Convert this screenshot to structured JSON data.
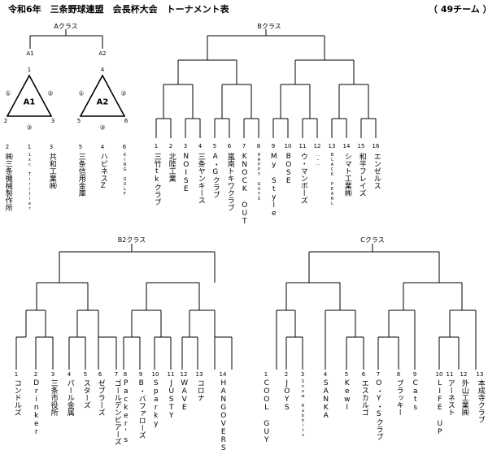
{
  "header": {
    "title": "令和6年　三条野球連盟　会長杯大会　トーナメント表",
    "count": "（ 49チーム ）"
  },
  "a_class": {
    "title": "Aクラス",
    "label_left": "A1",
    "label_right": "A2",
    "leagues": [
      {
        "name": "A1",
        "top": "1",
        "left": "2",
        "right": "3",
        "side_l": "①",
        "side_r": "②",
        "bottom": "③",
        "teams": [
          {
            "n": "2",
            "name": "㈱三条機械製作所"
          },
          {
            "n": "1",
            "name": "1xc Tiritier",
            "small": true
          },
          {
            "n": "3",
            "name": "共和工業㈱"
          }
        ]
      },
      {
        "name": "A2",
        "top": "4",
        "left": "5",
        "right": "6",
        "side_l": "①",
        "side_r": "②",
        "bottom": "③",
        "teams": [
          {
            "n": "5",
            "name": "三条信用金庫"
          },
          {
            "n": "4",
            "name": "ハピネスZ"
          },
          {
            "n": "6",
            "name": "KING GULF",
            "small": true
          }
        ]
      }
    ]
  },
  "b_class": {
    "title": "Bクラス",
    "teams": [
      {
        "n": "1",
        "name": "三竹tkクラブ"
      },
      {
        "n": "2",
        "name": "北陸工業"
      },
      {
        "n": "3",
        "name": "NOISE"
      },
      {
        "n": "4",
        "name": "三条ヤンキース"
      },
      {
        "n": "5",
        "name": "A・Gクラブ"
      },
      {
        "n": "6",
        "name": "嵐南トキワクラブ"
      },
      {
        "n": "7",
        "name": "KNOCK OUT"
      },
      {
        "n": "8",
        "name": "HAPPY GUYS",
        "small": true
      },
      {
        "n": "9",
        "name": "My Style"
      },
      {
        "n": "10",
        "name": "BOSE"
      },
      {
        "n": "11",
        "name": "ウ・マンボーズ"
      },
      {
        "n": "12",
        "name": "…・…",
        "small": true
      },
      {
        "n": "13",
        "name": "BLACK PEARL",
        "small": true
      },
      {
        "n": "14",
        "name": "シマト工業㈱"
      },
      {
        "n": "15",
        "name": "和平フレイズ"
      },
      {
        "n": "16",
        "name": "エンゼルス"
      }
    ]
  },
  "b2_class": {
    "title": "B2クラス",
    "teams": [
      {
        "n": "1",
        "name": "コンドルズ"
      },
      {
        "n": "2",
        "name": "Drinker"
      },
      {
        "n": "3",
        "name": "三条市役所"
      },
      {
        "n": "4",
        "name": "パール金属"
      },
      {
        "n": "5",
        "name": "スターズ"
      },
      {
        "n": "6",
        "name": "ゼブラーズ"
      },
      {
        "n": "7",
        "name": "ゴールデンビアーズ"
      },
      {
        "n": "8",
        "name": "Packer's"
      },
      {
        "n": "9",
        "name": "B・バファローズ"
      },
      {
        "n": "10",
        "name": "Sparky"
      },
      {
        "n": "11",
        "name": "JUSTY"
      },
      {
        "n": "12",
        "name": "WAVE"
      },
      {
        "n": "13",
        "name": "コロナ"
      },
      {
        "n": "14",
        "name": "HANGOVERS"
      }
    ]
  },
  "c_class": {
    "title": "Cクラス",
    "teams": [
      {
        "n": "1",
        "name": "COOL GUY"
      },
      {
        "n": "2",
        "name": "JOYS"
      },
      {
        "n": "3",
        "name": "Snow Rabbits",
        "small": true
      },
      {
        "n": "4",
        "name": "SANKA"
      },
      {
        "n": "5",
        "name": "Kewl"
      },
      {
        "n": "6",
        "name": "エスカルゴ"
      },
      {
        "n": "7",
        "name": "O・Y・Sクラブ"
      },
      {
        "n": "8",
        "name": "ブラッキー"
      },
      {
        "n": "9",
        "name": "Cats"
      },
      {
        "n": "10",
        "name": "LIFE UP"
      },
      {
        "n": "11",
        "name": "アーネスト"
      },
      {
        "n": "12",
        "name": "外山工業㈱"
      },
      {
        "n": "13",
        "name": "本成寺クラブ"
      }
    ]
  }
}
